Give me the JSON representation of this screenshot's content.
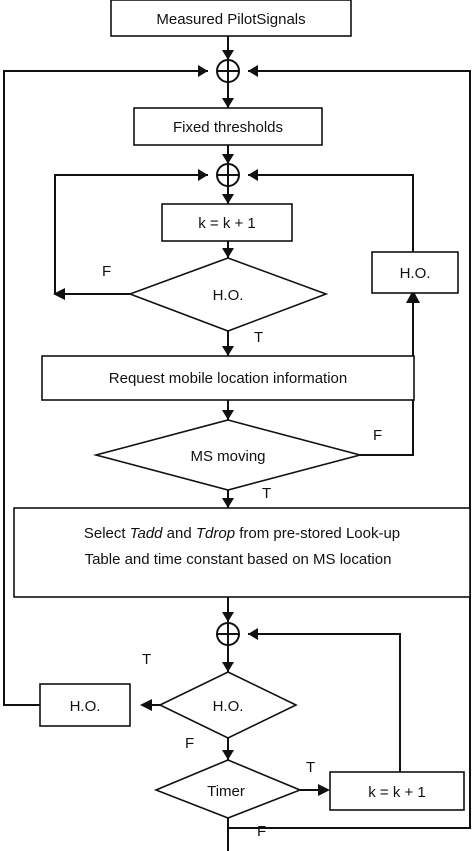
{
  "nodes": {
    "measured": "Measured PilotSignals",
    "fixed": "Fixed thresholds",
    "inc1": "k = k + 1",
    "ho1": "H.O.",
    "ho_right": "H.O.",
    "request": "Request mobile location information",
    "moving": "MS moving",
    "select_line1_pre": "Select ",
    "select_line1_tadd": "Tadd",
    "select_line1_mid": " and ",
    "select_line1_tdrop": "Tdrop",
    "select_line1_post": " from pre-stored Look-up",
    "select_line2": "Table and time constant based on MS location",
    "ho_left": "H.O.",
    "ho2": "H.O.",
    "timer": "Timer",
    "inc2": "k = k + 1"
  },
  "labels": {
    "f_ho1": "F",
    "t_ho1": "T",
    "f_moving": "F",
    "t_moving": "T",
    "t_ho2": "T",
    "f_ho2": "F",
    "t_timer": "T",
    "f_timer": "F"
  },
  "colors": {
    "stroke": "#111111",
    "background": "#ffffff"
  }
}
